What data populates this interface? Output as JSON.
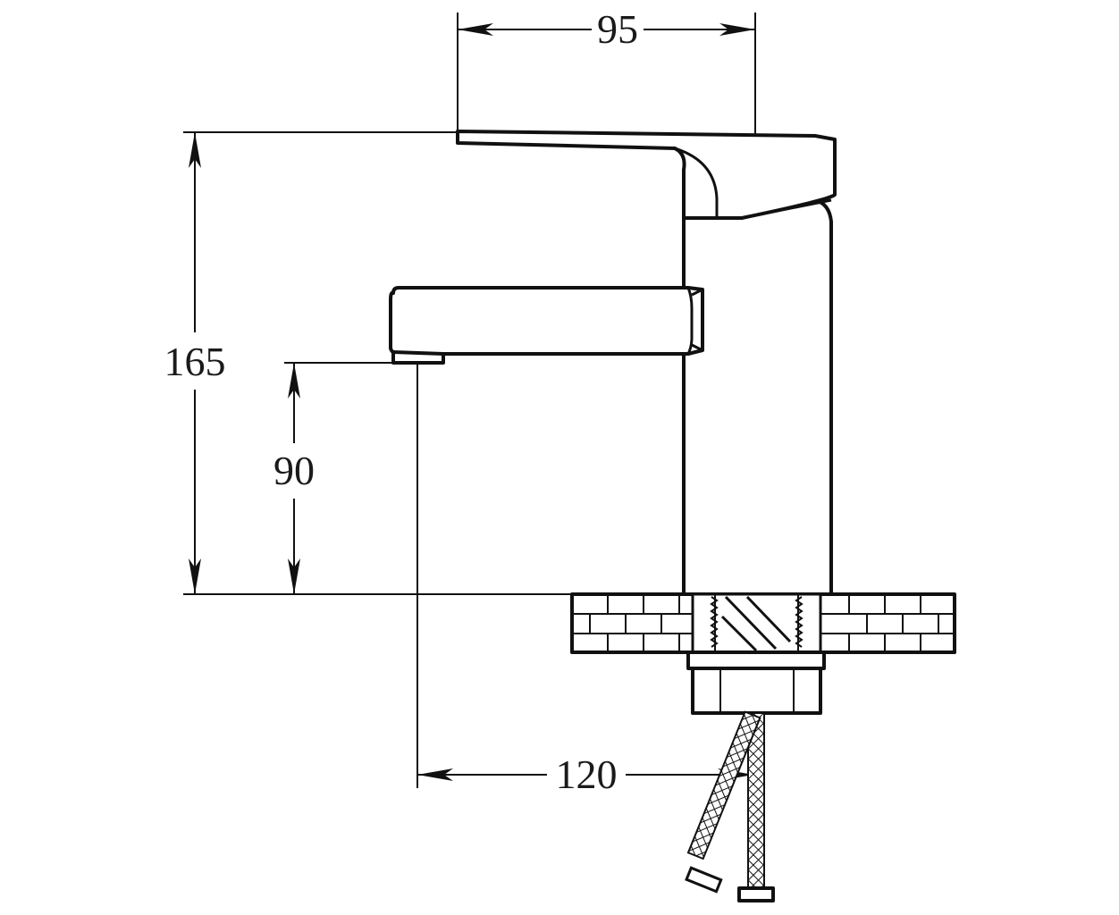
{
  "dimensions": {
    "width_top": "95",
    "height_total": "165",
    "spout_height": "90",
    "reach": "120"
  },
  "colors": {
    "line": "#111111",
    "background": "#ffffff"
  }
}
